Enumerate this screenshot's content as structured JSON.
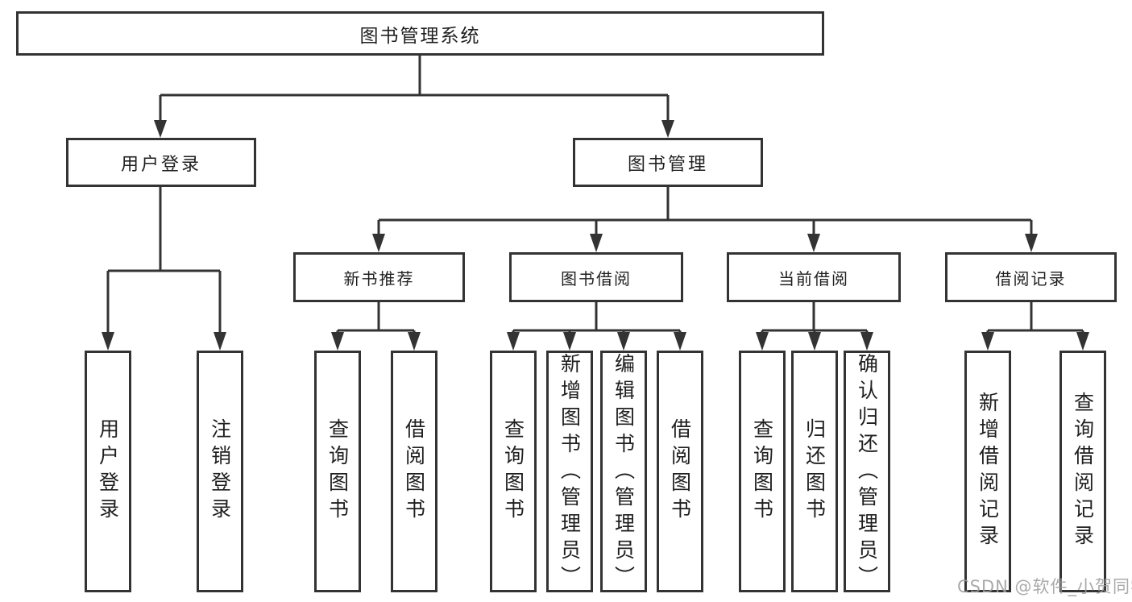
{
  "diagram_title": "图书管理系统",
  "nodes": {
    "root": "图书管理系统",
    "user_login": "用户登录",
    "book_mgmt": "图书管理",
    "new_book_rec": "新书推荐",
    "book_borrow": "图书借阅",
    "current_borrow": "当前借阅",
    "borrow_record": "借阅记录",
    "ul_user_login": "用户登录",
    "ul_logout": "注销登录",
    "nb_query_book": "查询图书",
    "nb_borrow_book": "借阅图书",
    "bb_query_book": "查询图书",
    "bb_add_book": "新增图书（管理员）",
    "bb_edit_book": "编辑图书（管理员）",
    "bb_borrow_book": "借阅图书",
    "cb_query_book": "查询图书",
    "cb_return_book": "归还图书",
    "cb_confirm_return": "确认归还（管理员）",
    "br_add_record": "新增借阅记录",
    "br_query_record": "查询借阅记录"
  },
  "watermark": "CSDN @软件_小贺同学",
  "colors": {
    "line": "#333333",
    "text": "#1f1f1f",
    "watermark": "#9e9e9e",
    "background": "#ffffff"
  }
}
